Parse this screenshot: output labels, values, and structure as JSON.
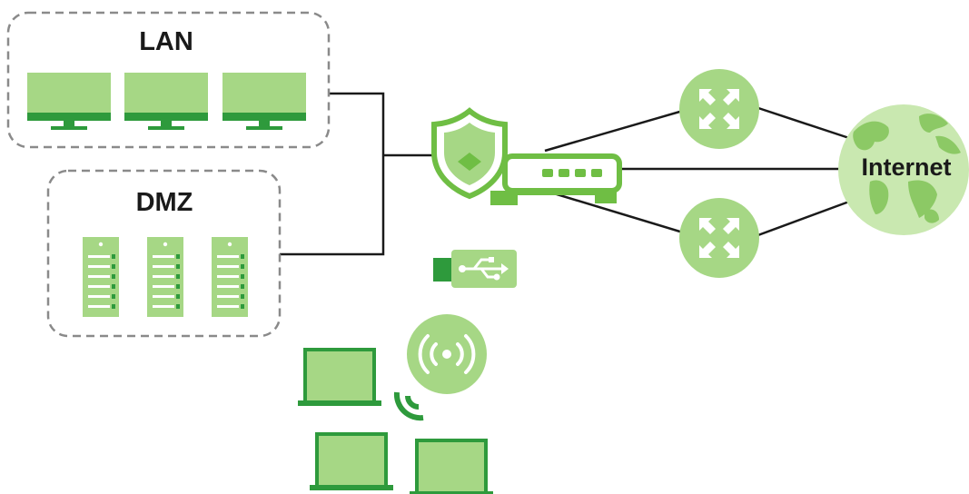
{
  "zones": {
    "lan_label": "LAN",
    "dmz_label": "DMZ"
  },
  "cloud": {
    "internet_label": "Internet"
  },
  "colors": {
    "primary_green": "#6fbe44",
    "light_green": "#a6d785",
    "pale_green": "#c9e8b0",
    "dark_green": "#2e9a3c",
    "line": "#1a1a1a",
    "dashed_border": "#8a8a8a"
  },
  "icons": [
    "monitor-icon",
    "server-icon",
    "firewall-shield-icon",
    "security-appliance-icon",
    "router-icon",
    "globe-icon",
    "usb-stick-icon",
    "wireless-access-point-icon",
    "laptop-icon",
    "wifi-signal-icon"
  ]
}
